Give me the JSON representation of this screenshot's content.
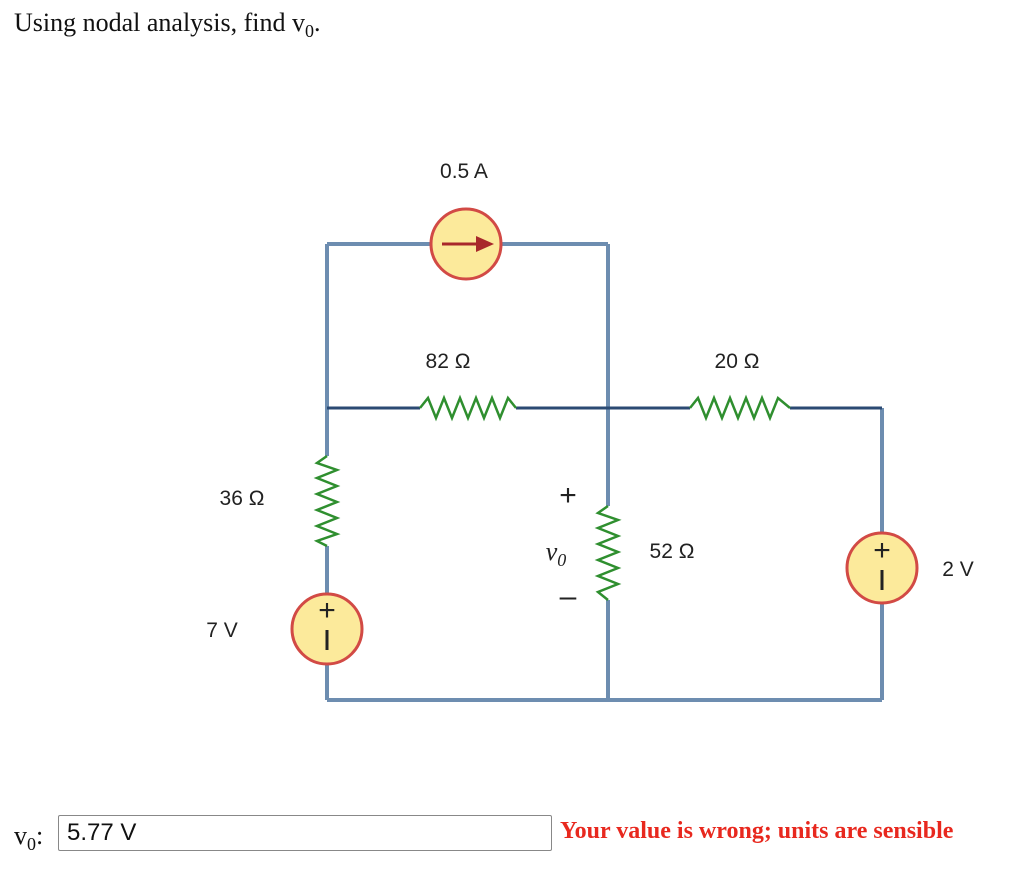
{
  "question": {
    "text": "Using nodal analysis, find v",
    "sub": "0",
    "suffix": "."
  },
  "circuit": {
    "current_source": {
      "label": "0.5 A"
    },
    "r_top": {
      "label": "82 Ω"
    },
    "r_right_top": {
      "label": "20 Ω"
    },
    "r_left": {
      "label": "36 Ω"
    },
    "r_middle": {
      "label": "52 Ω"
    },
    "v_left": {
      "label": "7 V"
    },
    "v_right": {
      "label": "2 V"
    },
    "vo": {
      "plus": "+",
      "minus": "–",
      "symbol": "v",
      "sub": "0"
    }
  },
  "answer": {
    "label": "v",
    "label_sub": "0",
    "colon": ":",
    "value": "5.77 V"
  },
  "feedback": {
    "text": "Your value is wrong; units are sensible",
    "color": "#e8281e"
  },
  "colors": {
    "wire_light": "#6d8db0",
    "wire_dark": "#2b4a73",
    "source_fill": "#fcea9b",
    "source_stroke": "#d24a45",
    "resistor": "#2f8f2f",
    "arrow": "#a8282b"
  }
}
